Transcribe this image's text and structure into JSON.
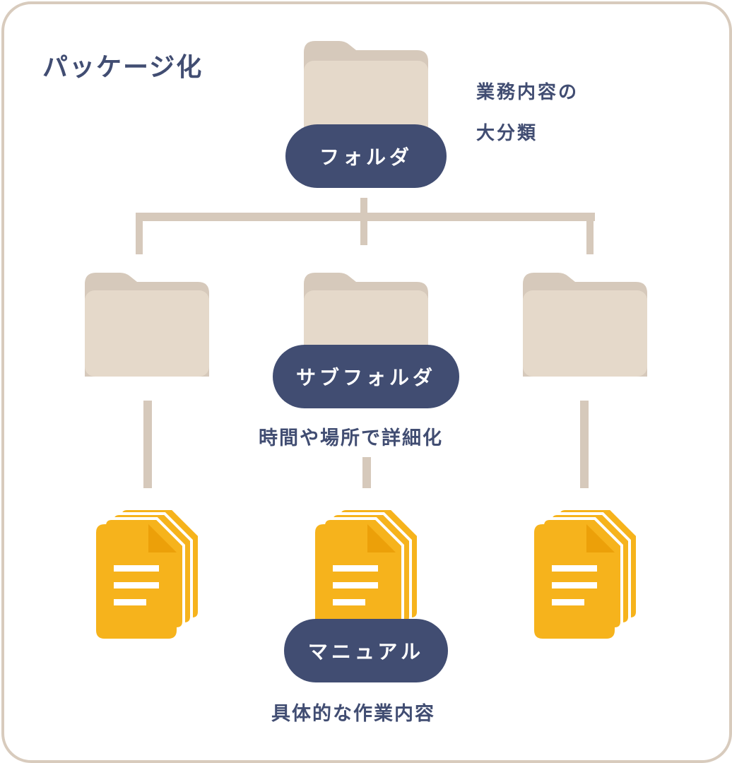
{
  "title": "パッケージ化",
  "colors": {
    "navy": "#414d72",
    "border": "#d8cbbd",
    "folder_back": "#d6c9bb",
    "folder_front": "#e5d9ca",
    "doc": "#f6b31c",
    "doc_fold": "#eca009"
  },
  "levels": {
    "folder": {
      "label": "フォルダ",
      "description_line1": "業務内容の",
      "description_line2": "大分類"
    },
    "subfolder": {
      "label": "サブフォルダ",
      "description": "時間や場所で詳細化"
    },
    "manual": {
      "label": "マニュアル",
      "description": "具体的な作業内容"
    }
  },
  "icons": {
    "folder": "folder-icon",
    "documents": "document-stack-icon"
  }
}
